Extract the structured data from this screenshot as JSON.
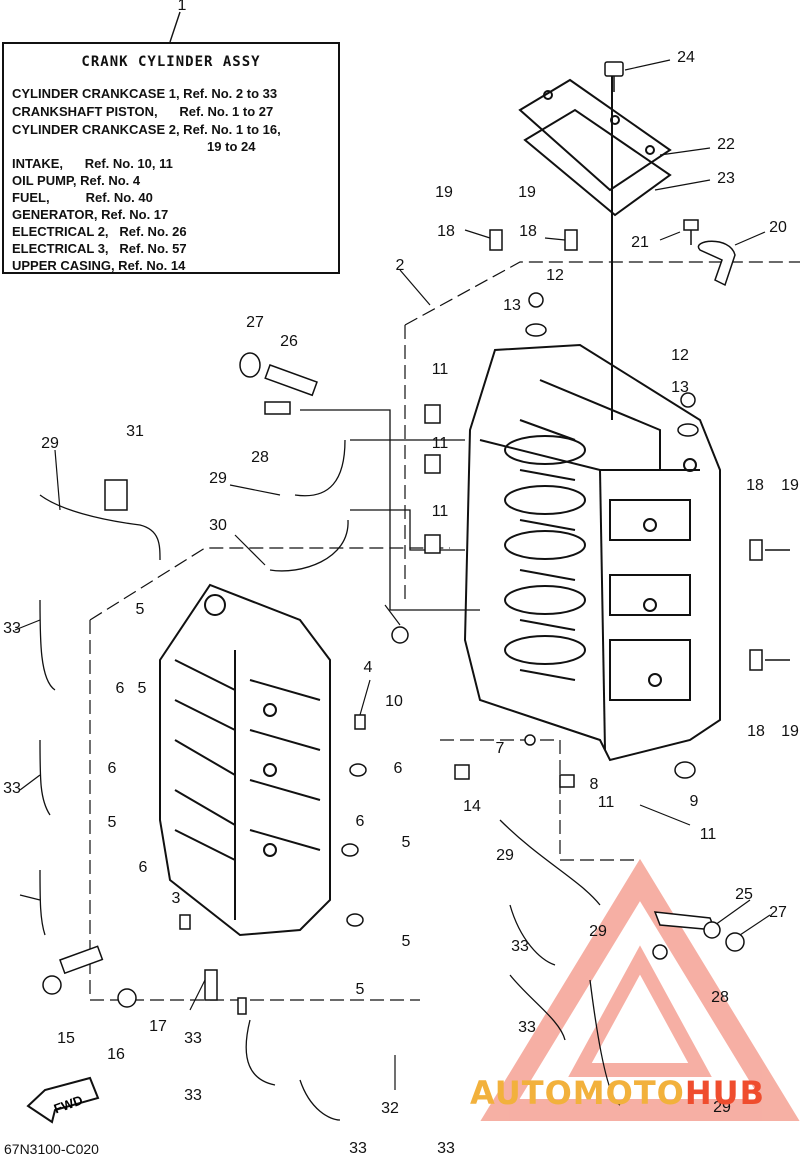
{
  "legend": {
    "title": "CRANK CYLINDER ASSY",
    "lines": [
      "CYLINDER CRANKCASE 1, Ref. No. 2 to 33",
      "CRANKSHAFT PISTON,      Ref. No. 1 to 27",
      "CYLINDER CRANKCASE 2, Ref. No. 1 to 16,",
      "                                                      19 to 24",
      "INTAKE,      Ref. No. 10, 11",
      "OIL PUMP, Ref. No. 4",
      "FUEL,          Ref. No. 40",
      "GENERATOR, Ref. No. 17",
      "ELECTRICAL 2,   Ref. No. 26",
      "ELECTRICAL 3,   Ref. No. 57",
      "UPPER CASING, Ref. No. 14"
    ]
  },
  "callouts": [
    "1",
    "24",
    "22",
    "23",
    "19",
    "19",
    "18",
    "18",
    "21",
    "20",
    "2",
    "12",
    "13",
    "12",
    "13",
    "27",
    "26",
    "11",
    "11",
    "11",
    "28",
    "29",
    "31",
    "29",
    "30",
    "18",
    "19",
    "5",
    "33",
    "6",
    "5",
    "33",
    "6",
    "5",
    "6",
    "4",
    "6",
    "10",
    "6",
    "7",
    "8",
    "9",
    "11",
    "11",
    "14",
    "5",
    "29",
    "3",
    "5",
    "33",
    "25",
    "27",
    "33",
    "29",
    "28",
    "15",
    "16",
    "17",
    "33",
    "5",
    "32",
    "33",
    "33",
    "33",
    "29",
    "18",
    "19"
  ],
  "fwd_label": "FWD",
  "footer_code": "67N3100-C020",
  "watermark": {
    "part1": "AUTO",
    "part2": "MOTO",
    "part3": "HUB"
  }
}
